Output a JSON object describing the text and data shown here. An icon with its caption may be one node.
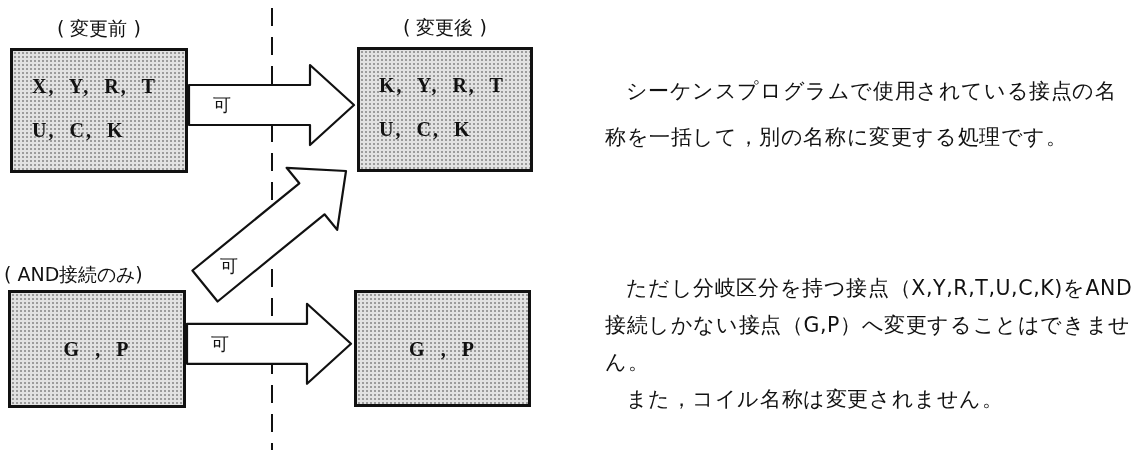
{
  "diagram": {
    "nodes": [
      {
        "text": [
          "( 変更前 )",
          "X, Y, R, T U, C, K"
        ]
      },
      {
        "text": [
          "( 変更後 )",
          "K, Y, R, T U, C, K"
        ]
      },
      {
        "text": [
          "( AND接続のみ)",
          "G , P"
        ]
      },
      {
        "text": [
          "G , P"
        ]
      }
    ],
    "edges": [
      {
        "from": 0,
        "to": 1,
        "arrow": "to",
        "label": "可"
      },
      {
        "from": 2,
        "to": 1,
        "arrow": "to",
        "label": "可"
      },
      {
        "from": 2,
        "to": 3,
        "arrow": "to",
        "label": "可"
      }
    ],
    "labels": [
      "シーケンスプログラムで使用されている接点の名称を一括して，別の名称に変更する処理です。",
      "ただし分岐区分を持つ接点（X,Y,R,T,U,C,K)をAND接続しかない接点（G,P）へ変更することはできません。",
      "また，コイル名称は変更されません。"
    ]
  }
}
